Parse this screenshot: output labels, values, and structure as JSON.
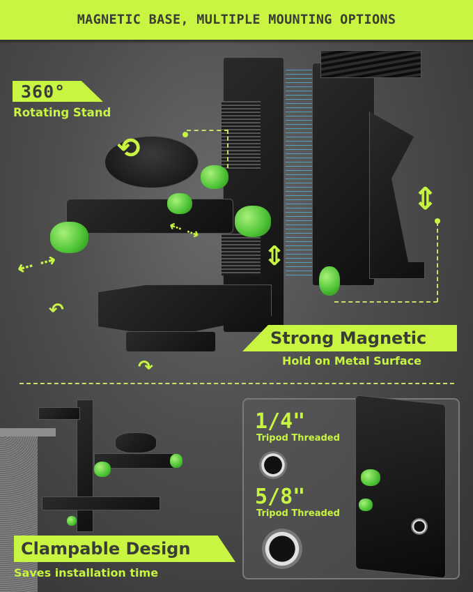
{
  "banner": {
    "title": "MAGNETIC BASE, MULTIPLE MOUNTING OPTIONS",
    "bg_color": "#c8f542",
    "text_color": "#3a3d35"
  },
  "features": {
    "rotating": {
      "tag": "360°",
      "subtitle": "Rotating Stand"
    },
    "magnetic": {
      "tag": "Strong Magnetic",
      "subtitle": "Hold on Metal Surface"
    },
    "clamp": {
      "tag": "Clampable Design",
      "subtitle": "Saves installation time"
    }
  },
  "tripod": {
    "small": {
      "size": "1/4\"",
      "label": "Tripod Threaded"
    },
    "large": {
      "size": "5/8\"",
      "label": "Tripod Threaded"
    }
  },
  "icons": {
    "rotate": "rotate-arrows-icon",
    "move_horizontal": "horizontal-arrows-icon",
    "move_vertical": "vertical-arrows-icon",
    "pivot": "curved-arrows-icon"
  },
  "colors": {
    "accent": "#c8f542",
    "background": "#4a4a4a",
    "knob_green": "#4cc234",
    "laser_blue": "#50c8f0"
  }
}
